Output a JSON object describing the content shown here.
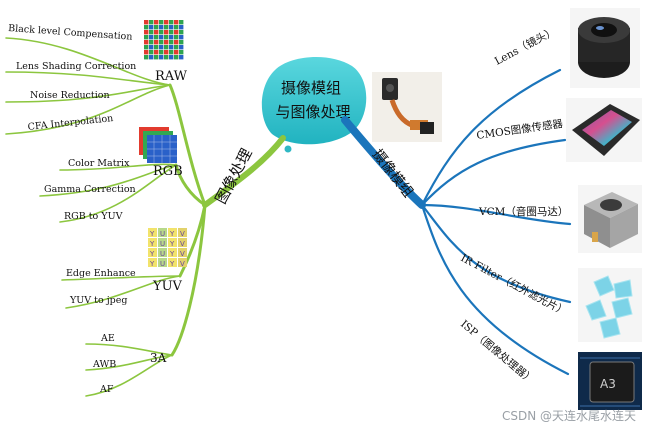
{
  "central_topic": {
    "line1": "摄像模组",
    "line2": "与图像处理"
  },
  "left_branch": {
    "title": "图像处理",
    "groups": [
      {
        "key": "raw",
        "title": "RAW",
        "thumb": "bayer-grid-icon",
        "items": [
          "Black level Compensation",
          "Lens Shading Correction",
          "Noise Reduction",
          "CFA Interpolation"
        ]
      },
      {
        "key": "rgb",
        "title": "RGB",
        "thumb": "rgb-planes-icon",
        "items": [
          "Color Matrix",
          "Gamma Correction",
          "RGB to YUV"
        ]
      },
      {
        "key": "yuv",
        "title": "YUV",
        "thumb": "yuv-grid-icon",
        "thumb_letters": [
          "Y",
          "U",
          "Y",
          "V"
        ],
        "items": [
          "Edge Enhance",
          "YUV to jpeg"
        ]
      },
      {
        "key": "3a",
        "title": "3A",
        "thumb": "",
        "items": [
          "AE",
          "AWB",
          "AF"
        ]
      }
    ]
  },
  "right_branch": {
    "title": "摄像模组",
    "items": [
      {
        "label": "Lens（镜头）",
        "thumb": "lens-photo-icon"
      },
      {
        "label": "CMOS图像传感器",
        "thumb": "cmos-sensor-photo-icon"
      },
      {
        "label": "VCM（音圈马达）",
        "thumb": "vcm-motor-photo-icon"
      },
      {
        "label": "IR Filter（红外滤光片）",
        "thumb": "ir-filter-photo-icon"
      },
      {
        "label": "ISP（图像处理器）",
        "thumb": "isp-chip-photo-icon"
      }
    ]
  },
  "module_photo": "camera-module-photo-icon",
  "colors": {
    "green": "#8cc63f",
    "blue": "#1b75bb",
    "teal_blob": "#3cc6cf",
    "text": "#111111"
  },
  "watermark": "CSDN @天连水尾水连天"
}
